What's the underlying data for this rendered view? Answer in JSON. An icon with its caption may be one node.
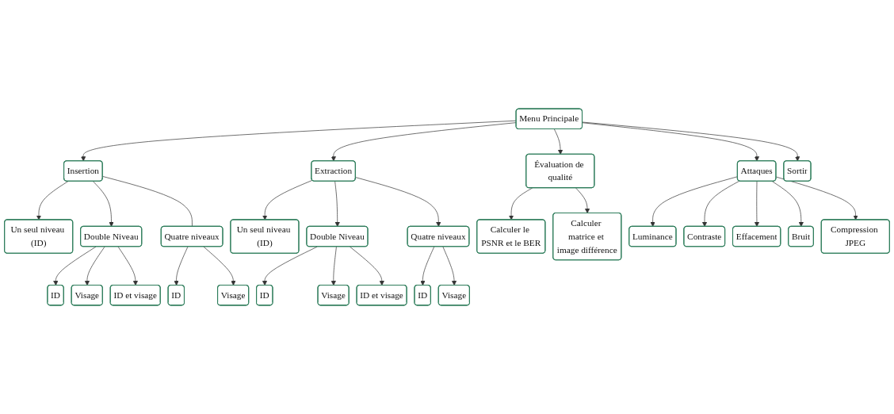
{
  "diagram": {
    "nodes": [
      {
        "text": [
          "Menu Principale"
        ]
      },
      {
        "text": [
          "Insertion"
        ]
      },
      {
        "text": [
          "Un seul niveau (ID)"
        ]
      },
      {
        "text": [
          "Double Niveau"
        ]
      },
      {
        "text": [
          "ID"
        ]
      },
      {
        "text": [
          "Visage"
        ]
      },
      {
        "text": [
          "ID et visage"
        ]
      },
      {
        "text": [
          "Quatre niveaux"
        ]
      },
      {
        "text": [
          "ID"
        ]
      },
      {
        "text": [
          "Visage"
        ]
      },
      {
        "text": [
          "Extraction"
        ]
      },
      {
        "text": [
          "Un seul niveau (ID)"
        ]
      },
      {
        "text": [
          "Double Niveau"
        ]
      },
      {
        "text": [
          "ID"
        ]
      },
      {
        "text": [
          "Visage"
        ]
      },
      {
        "text": [
          "ID et visage"
        ]
      },
      {
        "text": [
          "Quatre niveaux"
        ]
      },
      {
        "text": [
          "ID"
        ]
      },
      {
        "text": [
          "Visage"
        ]
      },
      {
        "text": [
          "Évaluation de qualité"
        ]
      },
      {
        "text": [
          "Calculer le PSNR et le BER"
        ]
      },
      {
        "text": [
          "Calculer matrice et image différence"
        ]
      },
      {
        "text": [
          "Attaques"
        ]
      },
      {
        "text": [
          "Luminance"
        ]
      },
      {
        "text": [
          "Contraste"
        ]
      },
      {
        "text": [
          "Effacement"
        ]
      },
      {
        "text": [
          "Bruit"
        ]
      },
      {
        "text": [
          "Compression JPEG"
        ]
      },
      {
        "text": [
          "Sortir"
        ]
      }
    ],
    "edges": [
      {
        "from": 0,
        "to": 1,
        "arrow": "to"
      },
      {
        "from": 0,
        "to": 10,
        "arrow": "to"
      },
      {
        "from": 0,
        "to": 19,
        "arrow": "to"
      },
      {
        "from": 0,
        "to": 22,
        "arrow": "to"
      },
      {
        "from": 0,
        "to": 28,
        "arrow": "to"
      },
      {
        "from": 1,
        "to": 2,
        "arrow": "to"
      },
      {
        "from": 1,
        "to": 3,
        "arrow": "to"
      },
      {
        "from": 1,
        "to": 7,
        "arrow": "none"
      },
      {
        "from": 3,
        "to": 4,
        "arrow": "to"
      },
      {
        "from": 3,
        "to": 5,
        "arrow": "to"
      },
      {
        "from": 3,
        "to": 6,
        "arrow": "to"
      },
      {
        "from": 7,
        "to": 8,
        "arrow": "to"
      },
      {
        "from": 7,
        "to": 9,
        "arrow": "to"
      },
      {
        "from": 10,
        "to": 11,
        "arrow": "to"
      },
      {
        "from": 10,
        "to": 12,
        "arrow": "to"
      },
      {
        "from": 10,
        "to": 16,
        "arrow": "to"
      },
      {
        "from": 12,
        "to": 13,
        "arrow": "to"
      },
      {
        "from": 12,
        "to": 14,
        "arrow": "to"
      },
      {
        "from": 12,
        "to": 15,
        "arrow": "to"
      },
      {
        "from": 16,
        "to": 17,
        "arrow": "to"
      },
      {
        "from": 16,
        "to": 18,
        "arrow": "to"
      },
      {
        "from": 19,
        "to": 20,
        "arrow": "to"
      },
      {
        "from": 19,
        "to": 21,
        "arrow": "to"
      },
      {
        "from": 22,
        "to": 23,
        "arrow": "to"
      },
      {
        "from": 22,
        "to": 24,
        "arrow": "to"
      },
      {
        "from": 22,
        "to": 25,
        "arrow": "to"
      },
      {
        "from": 22,
        "to": 26,
        "arrow": "to"
      },
      {
        "from": 22,
        "to": 27,
        "arrow": "to"
      }
    ]
  }
}
